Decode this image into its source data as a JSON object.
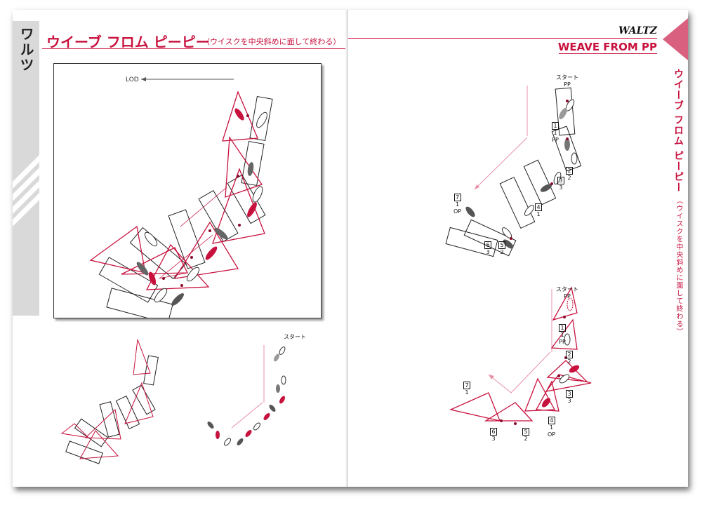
{
  "left_page": {
    "side_tab": "ワルツ",
    "title": "ウイーブ フロム ピーピー",
    "subtitle": "（ウイスクを中央斜めに面して終わる）",
    "lod_label": "LOD",
    "start_label": "スタート"
  },
  "right_page": {
    "header": "WALTZ",
    "english_title": "WEAVE FROM PP",
    "vertical_title": "ウイーブ フロム ピーピー",
    "vertical_subtitle": "（ウイスクを中央斜めに面して終わる）",
    "upper_steps": [
      {
        "label": "スタート",
        "sub": "PP"
      },
      {
        "num": "1",
        "sub": "1",
        "sub2": "PP"
      },
      {
        "num": "2",
        "sub": "2"
      },
      {
        "num": "3",
        "sub": "3"
      },
      {
        "num": "4",
        "sub": "1"
      },
      {
        "num": "5",
        "sub": "2"
      },
      {
        "num": "6",
        "sub": "3"
      },
      {
        "num": "7",
        "sub": "1",
        "sub2": "OP"
      }
    ],
    "lower_steps": [
      {
        "label": "スタート",
        "sub": "PP"
      },
      {
        "num": "1",
        "sub": "1",
        "sub2": "PP"
      },
      {
        "num": "2",
        "sub": "2"
      },
      {
        "num": "3",
        "sub": "3"
      },
      {
        "num": "4",
        "sub": "1",
        "sub2": "OP"
      },
      {
        "num": "5",
        "sub": "2"
      },
      {
        "num": "6",
        "sub": "3"
      },
      {
        "num": "7",
        "sub": "1"
      }
    ]
  },
  "colors": {
    "accent": "#c8123e",
    "pink": "#e890a8",
    "dark": "#555555"
  }
}
